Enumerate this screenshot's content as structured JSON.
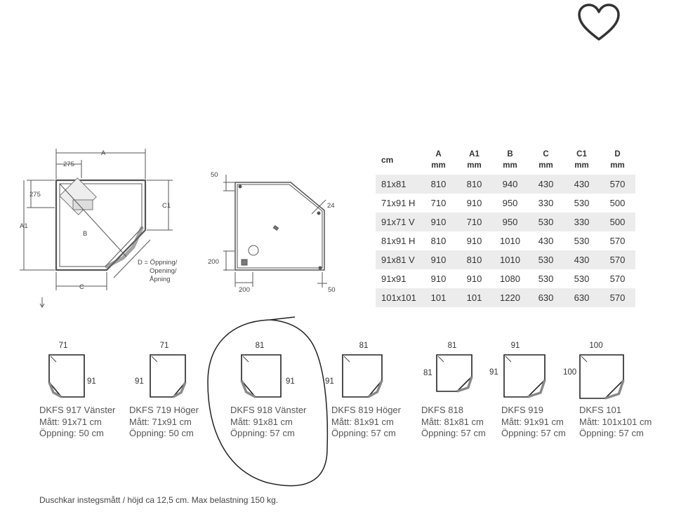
{
  "favorite_icon": "heart-outline-icon",
  "plan_left": {
    "labels": [
      "A",
      "275",
      "275",
      "C1",
      "A1",
      "B",
      "D = Öppning/",
      "Opening/",
      "Åpning",
      "C"
    ]
  },
  "elevation": {
    "labels": [
      "50",
      "24",
      "200",
      "200",
      "50"
    ]
  },
  "table": {
    "headers": [
      {
        "top": "cm",
        "bottom": ""
      },
      {
        "top": "A",
        "bottom": "mm"
      },
      {
        "top": "A1",
        "bottom": "mm"
      },
      {
        "top": "B",
        "bottom": "mm"
      },
      {
        "top": "C",
        "bottom": "mm"
      },
      {
        "top": "C1",
        "bottom": "mm"
      },
      {
        "top": "D",
        "bottom": "mm"
      }
    ],
    "rows": [
      [
        "81x81",
        "810",
        "810",
        "940",
        "430",
        "430",
        "570"
      ],
      [
        "71x91 H",
        "710",
        "910",
        "950",
        "330",
        "530",
        "500"
      ],
      [
        "91x71 V",
        "910",
        "710",
        "950",
        "530",
        "330",
        "500"
      ],
      [
        "81x91 H",
        "810",
        "910",
        "1010",
        "430",
        "530",
        "570"
      ],
      [
        "91x81 V",
        "910",
        "810",
        "1010",
        "530",
        "430",
        "570"
      ],
      [
        "91x91",
        "910",
        "910",
        "1080",
        "530",
        "530",
        "570"
      ],
      [
        "101x101",
        "101",
        "101",
        "1220",
        "630",
        "630",
        "570"
      ]
    ]
  },
  "products": [
    {
      "top": "71",
      "side": "91",
      "name": "DKFS 917 Vänster",
      "size": "Mått: 91x71 cm",
      "opening": "Öppning: 50 cm"
    },
    {
      "top": "71",
      "side": "91",
      "name": "DKFS 719 Höger",
      "size": "Mått: 71x91 cm",
      "opening": "Öppning: 50 cm"
    },
    {
      "top": "81",
      "side": "91",
      "name": "DKFS 918 Vänster",
      "size": "Mått: 91x81 cm",
      "opening": "Öppning: 57 cm"
    },
    {
      "top": "81",
      "side": "91",
      "name": "DKFS 819 Höger",
      "size": "Mått: 81x91 cm",
      "opening": "Öppning: 57 cm"
    },
    {
      "top": "81",
      "side": "81",
      "name": "DKFS 818",
      "size": "Mått: 81x81 cm",
      "opening": "Öppning: 57 cm"
    },
    {
      "top": "91",
      "side": "91",
      "name": "DKFS 919",
      "size": "Mått: 91x91 cm",
      "opening": "Öppning: 57 cm"
    },
    {
      "top": "100",
      "side": "100",
      "name": "DKFS 101",
      "size": "Mått: 101x101 cm",
      "opening": "Öppning: 57 cm"
    }
  ],
  "footnote": "Duschkar instegsmått / höjd ca 12,5 cm. Max belastning 150 kg."
}
